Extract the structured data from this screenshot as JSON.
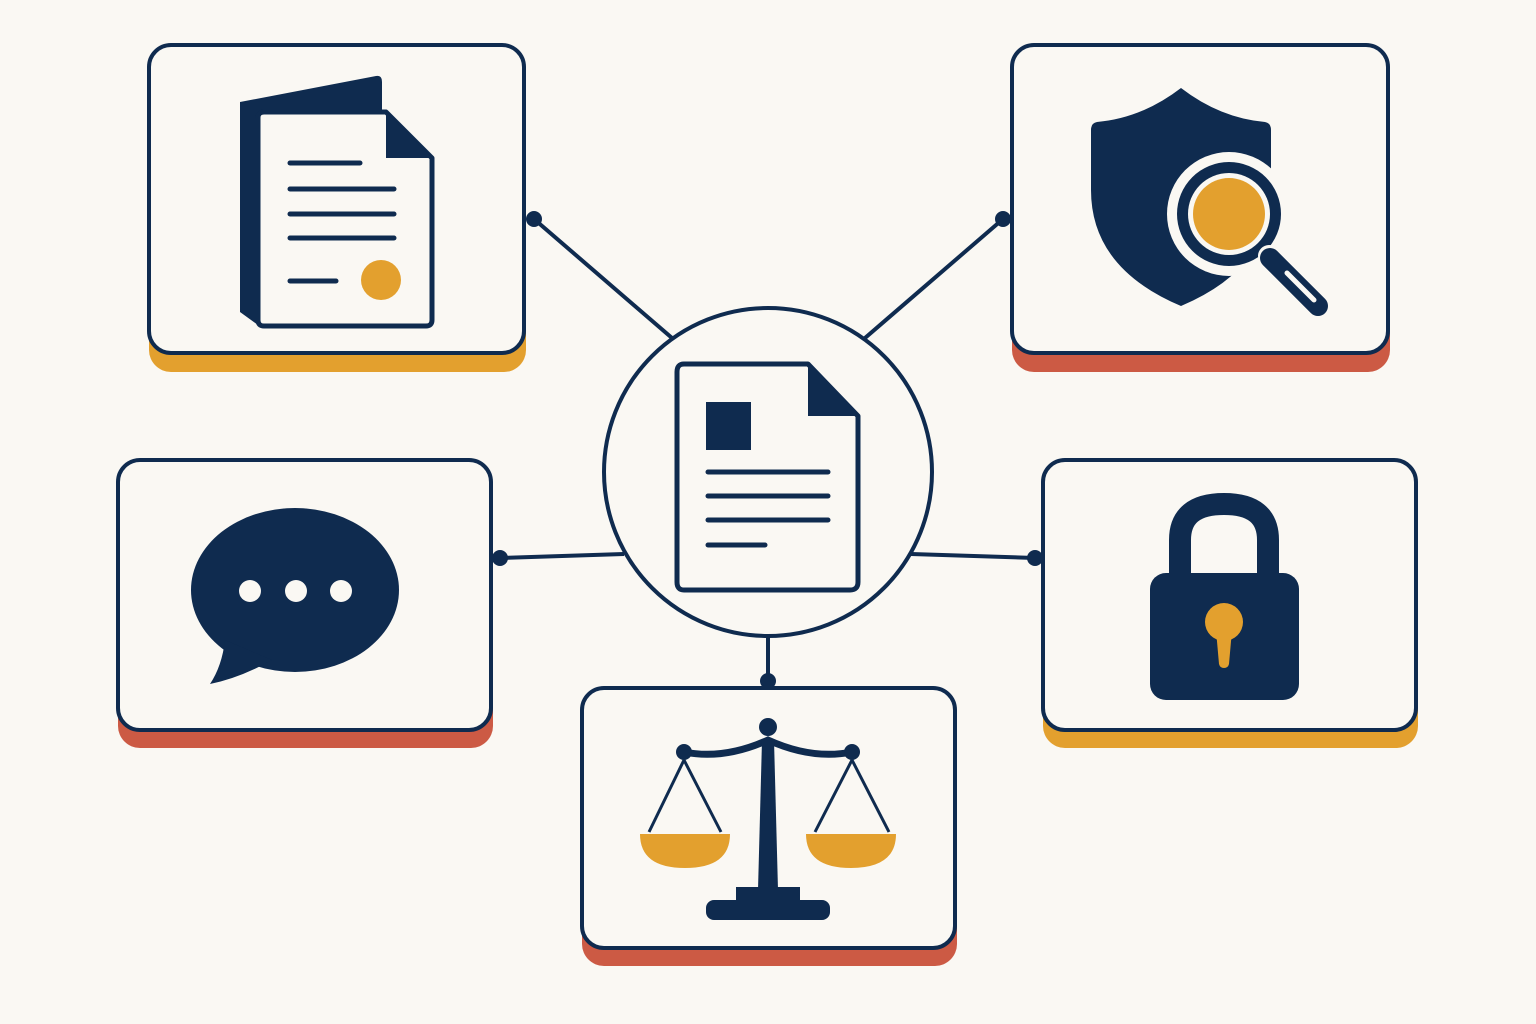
{
  "diagram": {
    "center": {
      "label": "document",
      "icon": "document-icon"
    },
    "nodes": [
      {
        "id": "contract",
        "icon": "certified-document-icon",
        "accent": "#e3a02e"
      },
      {
        "id": "privacy-audit",
        "icon": "shield-magnifier-icon",
        "accent": "#cc5a44"
      },
      {
        "id": "communication",
        "icon": "speech-bubble-icon",
        "accent": "#cc5a44"
      },
      {
        "id": "security",
        "icon": "padlock-icon",
        "accent": "#e3a02e"
      },
      {
        "id": "legal",
        "icon": "scales-of-justice-icon",
        "accent": "#cc5a44"
      }
    ]
  },
  "colors": {
    "background": "#faf8f3",
    "navy": "#0f2b4f",
    "gold": "#e3a02e",
    "red": "#cc5a44",
    "card": "#faf8f3"
  }
}
